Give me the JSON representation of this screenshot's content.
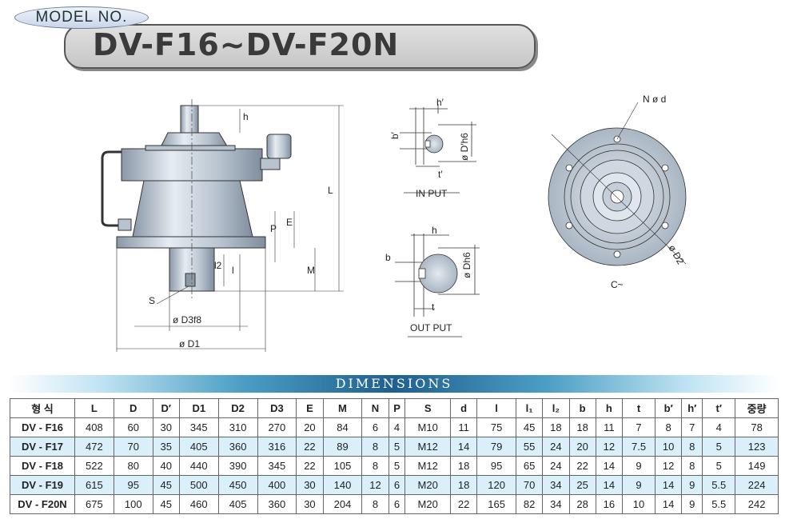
{
  "header": {
    "model_label": "MODEL NO.",
    "title": "DV-F16~DV-F20N"
  },
  "drawing": {
    "labels": {
      "L": "L",
      "h_top": "h",
      "P": "P",
      "E": "E",
      "M": "M",
      "l2": "l2",
      "l": "l",
      "S": "S",
      "D3": "ø D3f8",
      "D1": "ø D1",
      "h_in": "h′",
      "b_in": "b′",
      "D_in": "ø D′h6",
      "t_in": "t′",
      "in_put": "IN  PUT",
      "h_out": "h",
      "b_out": "b",
      "D_out": "ø Dh6",
      "t_out": "t",
      "out_put": "OUT  PUT",
      "Nd": "N  ø d",
      "D2": "ø D2",
      "C": "C~"
    }
  },
  "dimensions": {
    "title": "DIMENSIONS",
    "headers": [
      "형 식",
      "L",
      "D",
      "D′",
      "D1",
      "D2",
      "D3",
      "E",
      "M",
      "N",
      "P",
      "S",
      "d",
      "l",
      "l₁",
      "l₂",
      "b",
      "h",
      "t",
      "b′",
      "h′",
      "t′",
      "중량"
    ],
    "rows": [
      [
        "DV - F16",
        "408",
        "60",
        "30",
        "345",
        "310",
        "270",
        "20",
        "84",
        "6",
        "4",
        "M10",
        "11",
        "75",
        "45",
        "18",
        "18",
        "11",
        "7",
        "8",
        "7",
        "4",
        "78"
      ],
      [
        "DV - F17",
        "472",
        "70",
        "35",
        "405",
        "360",
        "316",
        "22",
        "89",
        "8",
        "5",
        "M12",
        "14",
        "79",
        "55",
        "24",
        "20",
        "12",
        "7.5",
        "10",
        "8",
        "5",
        "123"
      ],
      [
        "DV - F18",
        "522",
        "80",
        "40",
        "440",
        "390",
        "345",
        "22",
        "105",
        "8",
        "5",
        "M12",
        "18",
        "95",
        "65",
        "24",
        "22",
        "14",
        "9",
        "12",
        "8",
        "5",
        "149"
      ],
      [
        "DV - F19",
        "615",
        "95",
        "45",
        "500",
        "450",
        "400",
        "30",
        "140",
        "12",
        "6",
        "M20",
        "18",
        "120",
        "70",
        "34",
        "25",
        "14",
        "9",
        "14",
        "9",
        "5.5",
        "224"
      ],
      [
        "DV - F20N",
        "675",
        "100",
        "45",
        "460",
        "405",
        "360",
        "30",
        "204",
        "8",
        "6",
        "M20",
        "22",
        "165",
        "82",
        "34",
        "28",
        "16",
        "10",
        "14",
        "9",
        "5.5",
        "242"
      ]
    ]
  },
  "colors": {
    "metal": "#c9d3dd",
    "metal_dark": "#9aa8b6",
    "outline": "#333333",
    "banner": "#1f5f8f",
    "row_highlight": "#d9f0fb"
  }
}
